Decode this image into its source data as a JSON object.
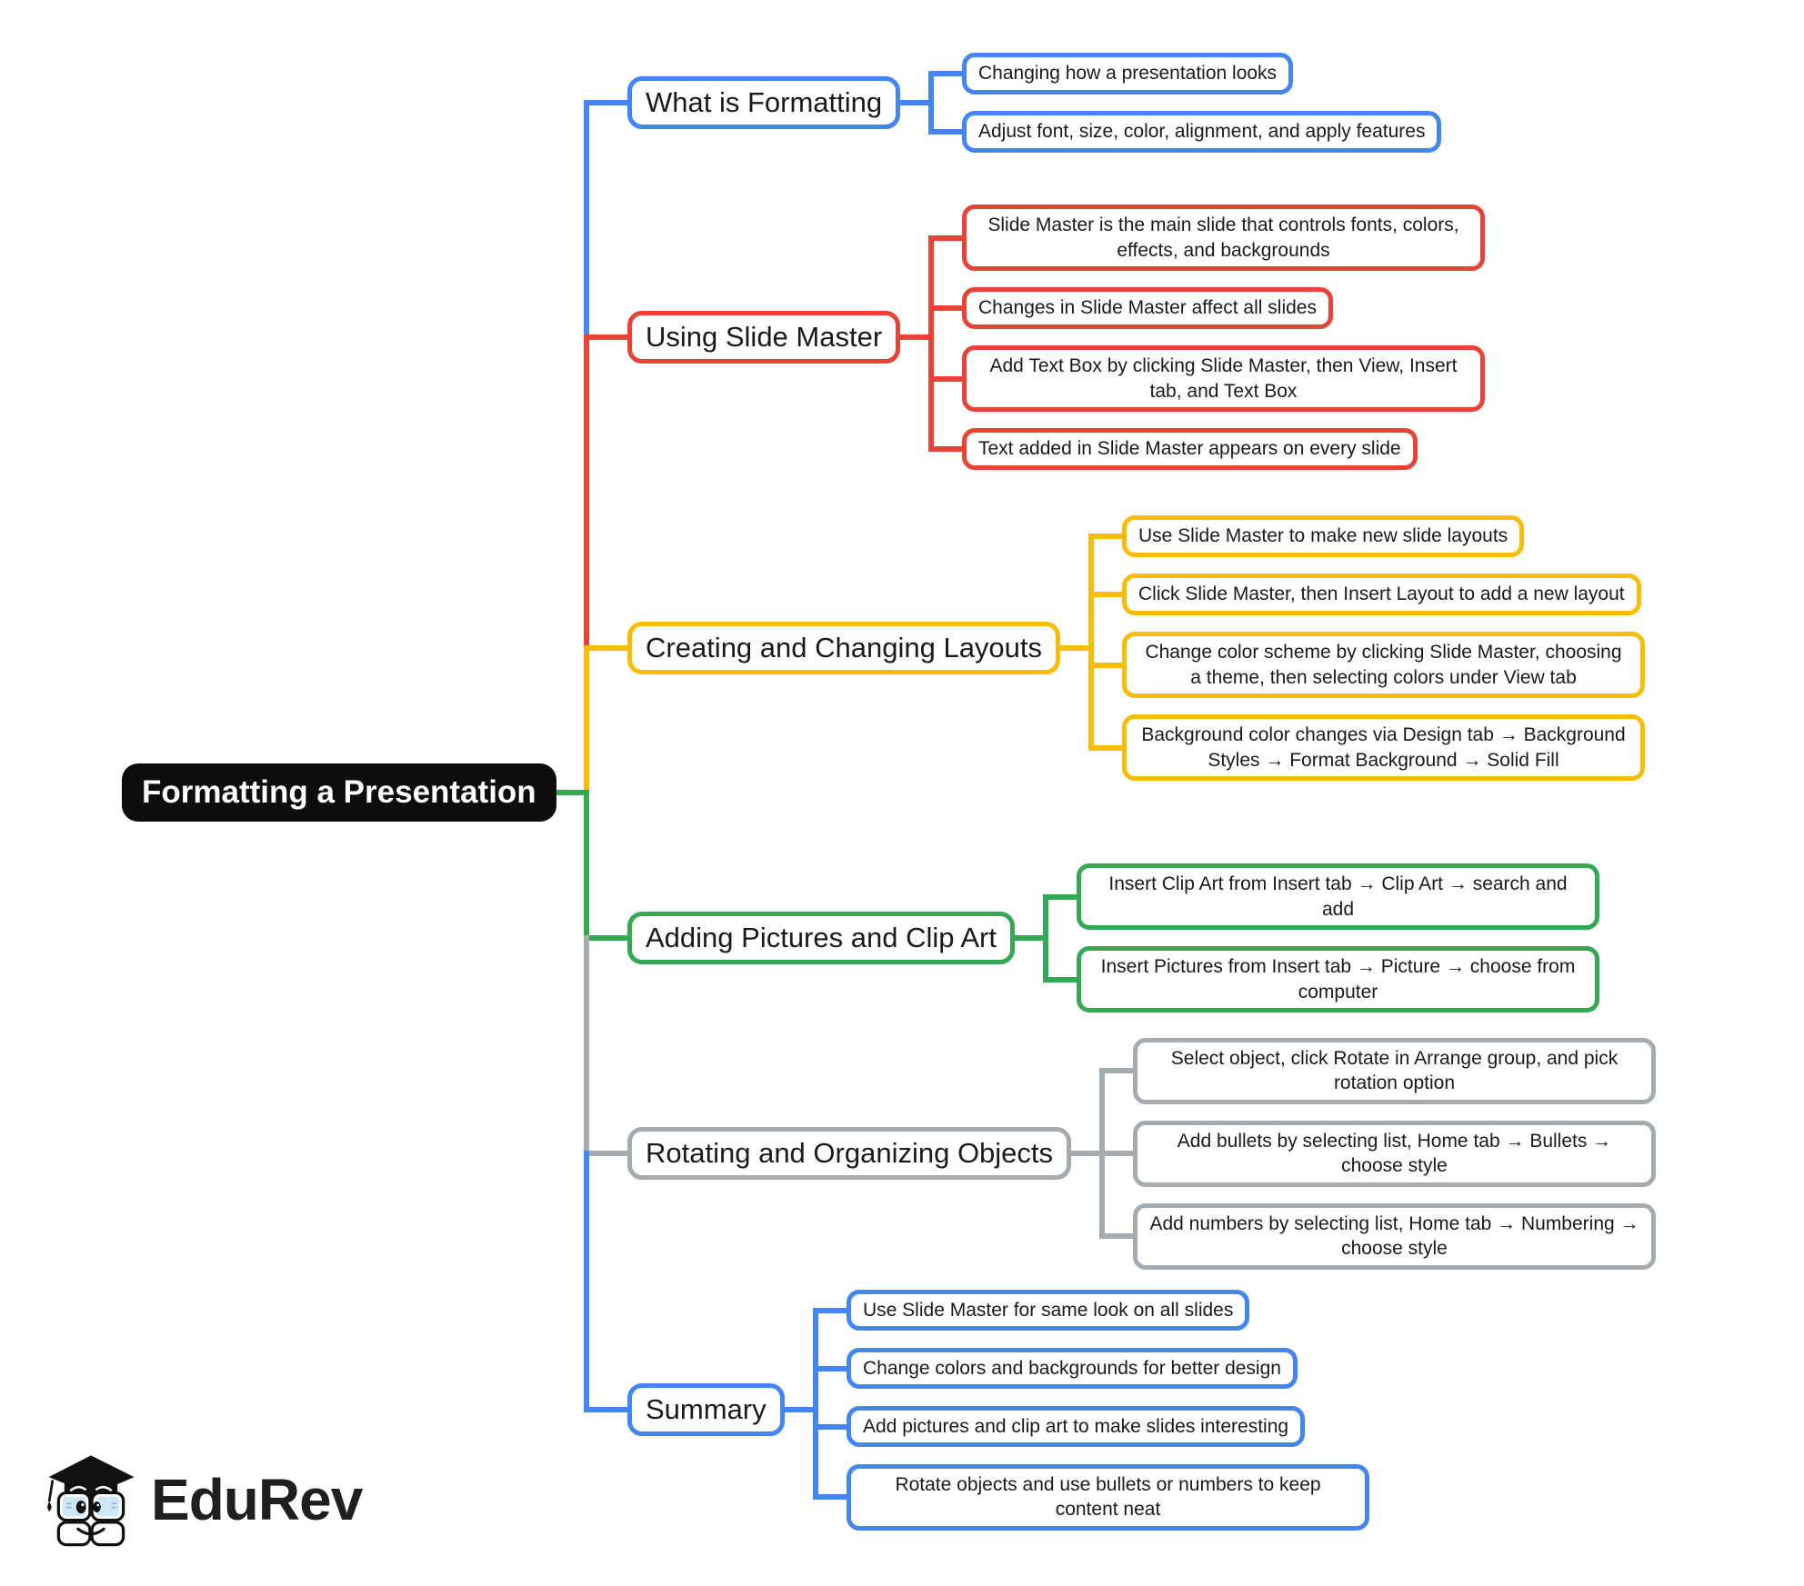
{
  "root": {
    "label": "Formatting a Presentation"
  },
  "colors": {
    "blue": "#4285F4",
    "red": "#EA4335",
    "yellow": "#FBBC05",
    "green": "#34A853",
    "gray": "#A6ABB0",
    "root_bg": "#0d0d0d",
    "text": "#1a1a1a"
  },
  "branches": [
    {
      "label": "What is Formatting",
      "color": "blue",
      "children": [
        "Changing how a presentation looks",
        "Adjust font, size, color, alignment, and apply features"
      ]
    },
    {
      "label": "Using Slide Master",
      "color": "red",
      "children": [
        "Slide Master is the main slide that controls fonts, colors, effects, and backgrounds",
        "Changes in Slide Master affect all slides",
        "Add Text Box by clicking Slide Master, then View, Insert tab, and Text Box",
        "Text added in Slide Master appears on every slide"
      ]
    },
    {
      "label": "Creating and Changing Layouts",
      "color": "yellow",
      "children": [
        "Use Slide Master to make new slide layouts",
        "Click Slide Master, then Insert Layout to add a new layout",
        "Change color scheme by clicking Slide Master, choosing a theme, then selecting colors under View tab",
        "Background color changes via Design tab → Background Styles → Format Background → Solid Fill"
      ]
    },
    {
      "label": "Adding Pictures and Clip Art",
      "color": "green",
      "children": [
        "Insert Clip Art from Insert tab → Clip Art → search and add",
        "Insert Pictures from Insert tab → Picture → choose from computer"
      ]
    },
    {
      "label": "Rotating and Organizing Objects",
      "color": "gray",
      "children": [
        "Select object, click Rotate in Arrange group, and pick rotation option",
        "Add bullets by selecting list, Home tab → Bullets → choose style",
        "Add numbers by selecting list, Home tab → Numbering → choose style"
      ]
    },
    {
      "label": "Summary",
      "color": "blue",
      "children": [
        "Use Slide Master for same look on all slides",
        "Change colors and backgrounds for better design",
        "Add pictures and clip art to make slides interesting",
        "Rotate objects and use bullets or numbers to keep content neat"
      ]
    }
  ],
  "logo": {
    "text": "EduRev"
  }
}
